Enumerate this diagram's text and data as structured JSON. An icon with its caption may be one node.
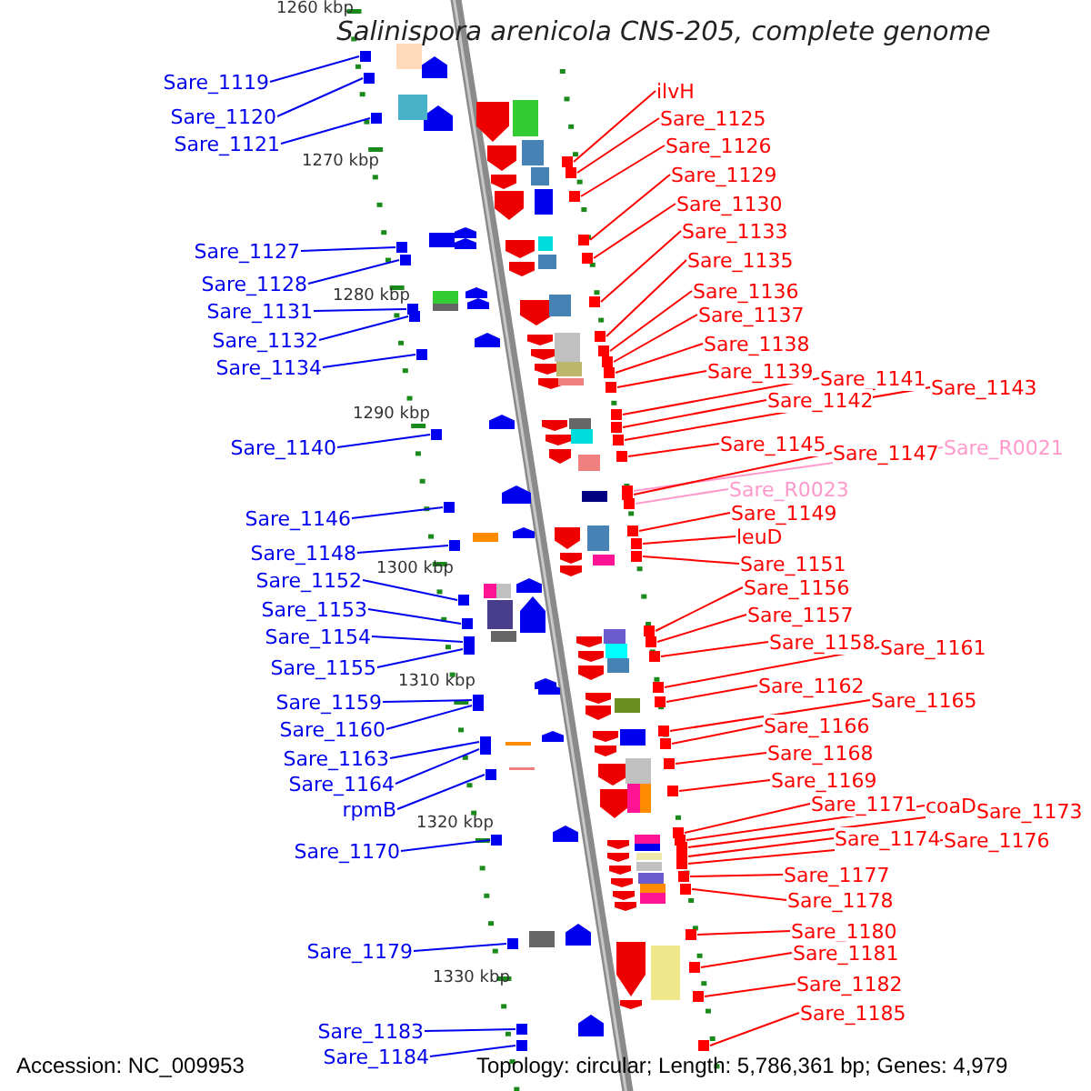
{
  "diagram": {
    "title": "Salinispora arenicola CNS-205, complete genome",
    "nodes": [
      {
        "text": [
          "Sare_1119"
        ]
      },
      {
        "text": [
          "Sare_1120"
        ]
      },
      {
        "text": [
          "Sare_1121"
        ]
      },
      {
        "text": [
          "Sare_1127"
        ]
      },
      {
        "text": [
          "Sare_1128"
        ]
      },
      {
        "text": [
          "Sare_1131"
        ]
      },
      {
        "text": [
          "Sare_1132"
        ]
      },
      {
        "text": [
          "Sare_1134"
        ]
      },
      {
        "text": [
          "Sare_1140"
        ]
      },
      {
        "text": [
          "Sare_1146"
        ]
      },
      {
        "text": [
          "Sare_1148"
        ]
      },
      {
        "text": [
          "Sare_1152"
        ]
      },
      {
        "text": [
          "Sare_1153"
        ]
      },
      {
        "text": [
          "Sare_1154"
        ]
      },
      {
        "text": [
          "Sare_1155"
        ]
      },
      {
        "text": [
          "Sare_1159"
        ]
      },
      {
        "text": [
          "Sare_1160"
        ]
      },
      {
        "text": [
          "Sare_1163"
        ]
      },
      {
        "text": [
          "Sare_1164"
        ]
      },
      {
        "text": [
          "rpmB"
        ]
      },
      {
        "text": [
          "Sare_1170"
        ]
      },
      {
        "text": [
          "Sare_1179"
        ]
      },
      {
        "text": [
          "Sare_1183"
        ]
      },
      {
        "text": [
          "Sare_1184"
        ]
      },
      {
        "text": [
          "ilvH"
        ]
      },
      {
        "text": [
          "Sare_1125"
        ]
      },
      {
        "text": [
          "Sare_1126"
        ]
      },
      {
        "text": [
          "Sare_1129"
        ]
      },
      {
        "text": [
          "Sare_1130"
        ]
      },
      {
        "text": [
          "Sare_1133"
        ]
      },
      {
        "text": [
          "Sare_1135"
        ]
      },
      {
        "text": [
          "Sare_1136"
        ]
      },
      {
        "text": [
          "Sare_1137"
        ]
      },
      {
        "text": [
          "Sare_1138"
        ]
      },
      {
        "text": [
          "Sare_1139"
        ]
      },
      {
        "text": [
          "Sare_1141"
        ]
      },
      {
        "text": [
          "Sare_1142"
        ]
      },
      {
        "text": [
          "Sare_1143"
        ]
      },
      {
        "text": [
          "Sare_1145"
        ]
      },
      {
        "text": [
          "Sare_R0021"
        ]
      },
      {
        "text": [
          "Sare_1147"
        ]
      },
      {
        "text": [
          "Sare_R0023"
        ]
      },
      {
        "text": [
          "Sare_1149"
        ]
      },
      {
        "text": [
          "leuD"
        ]
      },
      {
        "text": [
          "Sare_1151"
        ]
      },
      {
        "text": [
          "Sare_1156"
        ]
      },
      {
        "text": [
          "Sare_1157"
        ]
      },
      {
        "text": [
          "Sare_1158"
        ]
      },
      {
        "text": [
          "Sare_1161"
        ]
      },
      {
        "text": [
          "Sare_1162"
        ]
      },
      {
        "text": [
          "Sare_1165"
        ]
      },
      {
        "text": [
          "Sare_1166"
        ]
      },
      {
        "text": [
          "Sare_1168"
        ]
      },
      {
        "text": [
          "Sare_1169"
        ]
      },
      {
        "text": [
          "Sare_1171"
        ]
      },
      {
        "text": [
          "coaD"
        ]
      },
      {
        "text": [
          "Sare_1173"
        ]
      },
      {
        "text": [
          "Sare_1174"
        ]
      },
      {
        "text": [
          "Sare_1176"
        ]
      },
      {
        "text": [
          "Sare_1177"
        ]
      },
      {
        "text": [
          "Sare_1178"
        ]
      },
      {
        "text": [
          "Sare_1180"
        ]
      },
      {
        "text": [
          "Sare_1181"
        ]
      },
      {
        "text": [
          "Sare_1182"
        ]
      },
      {
        "text": [
          "Sare_1185"
        ]
      },
      {
        "text": [],
        "shape": "box"
      },
      {
        "text": [],
        "shape": "box"
      },
      {
        "text": [],
        "shape": "box"
      },
      {
        "text": [],
        "shape": "box"
      },
      {
        "text": [],
        "shape": "box"
      },
      {
        "text": [],
        "shape": "box"
      },
      {
        "text": [],
        "shape": "box"
      },
      {
        "text": [],
        "shape": "box"
      },
      {
        "text": [],
        "shape": "box"
      },
      {
        "text": [],
        "shape": "box"
      },
      {
        "text": [],
        "shape": "box"
      },
      {
        "text": [],
        "shape": "box"
      },
      {
        "text": [],
        "shape": "box"
      },
      {
        "text": [],
        "shape": "box"
      },
      {
        "text": [],
        "shape": "box"
      },
      {
        "text": [],
        "shape": "box"
      },
      {
        "text": [],
        "shape": "box"
      },
      {
        "text": [],
        "shape": "box"
      },
      {
        "text": [],
        "shape": "box"
      },
      {
        "text": [],
        "shape": "box"
      },
      {
        "text": [],
        "shape": "box"
      },
      {
        "text": [],
        "shape": "box"
      },
      {
        "text": [],
        "shape": "box"
      },
      {
        "text": [],
        "shape": "box"
      },
      {
        "text": [],
        "shape": "box"
      },
      {
        "text": [],
        "shape": "box"
      },
      {
        "text": [],
        "shape": "box"
      },
      {
        "text": [],
        "shape": "box"
      },
      {
        "text": [],
        "shape": "box"
      },
      {
        "text": [],
        "shape": "box"
      },
      {
        "text": [],
        "shape": "box"
      },
      {
        "text": [],
        "shape": "box"
      },
      {
        "text": [],
        "shape": "box"
      },
      {
        "text": [],
        "shape": "box"
      },
      {
        "text": [],
        "shape": "box"
      },
      {
        "text": [],
        "shape": "box"
      },
      {
        "text": [],
        "shape": "box"
      },
      {
        "text": [],
        "shape": "box"
      },
      {
        "text": [],
        "shape": "box"
      },
      {
        "text": [],
        "shape": "box"
      },
      {
        "text": [],
        "shape": "box"
      },
      {
        "text": [],
        "shape": "box"
      },
      {
        "text": [],
        "shape": "box"
      },
      {
        "text": [],
        "shape": "box"
      },
      {
        "text": [],
        "shape": "box"
      },
      {
        "text": [],
        "shape": "box"
      },
      {
        "text": [],
        "shape": "box"
      },
      {
        "text": [],
        "shape": "box"
      },
      {
        "text": [],
        "shape": "box"
      },
      {
        "text": [],
        "shape": "box"
      },
      {
        "text": [],
        "shape": "box"
      },
      {
        "text": [],
        "shape": "box"
      },
      {
        "text": [],
        "shape": "box"
      },
      {
        "text": [],
        "shape": "box"
      },
      {
        "text": [],
        "shape": "box"
      },
      {
        "text": [],
        "shape": "box"
      },
      {
        "text": [],
        "shape": "box"
      },
      {
        "text": [],
        "shape": "box"
      },
      {
        "text": [],
        "shape": "box"
      },
      {
        "text": [],
        "shape": "box"
      },
      {
        "text": [],
        "shape": "box"
      },
      {
        "text": [],
        "shape": "box"
      },
      {
        "text": [],
        "shape": "box"
      },
      {
        "text": [],
        "shape": "box"
      },
      {
        "text": [],
        "shape": "box"
      }
    ],
    "edges": [
      {
        "from": 0,
        "to": 65,
        "arrow": "none",
        "color": "#0000ee"
      },
      {
        "from": 1,
        "to": 66,
        "arrow": "none",
        "color": "#0000ee"
      },
      {
        "from": 2,
        "to": 67,
        "arrow": "none",
        "color": "#0000ee"
      },
      {
        "from": 3,
        "to": 68,
        "arrow": "none",
        "color": "#0000ee"
      },
      {
        "from": 4,
        "to": 69,
        "arrow": "none",
        "color": "#0000ee"
      },
      {
        "from": 5,
        "to": 70,
        "arrow": "none",
        "color": "#0000ee"
      },
      {
        "from": 6,
        "to": 71,
        "arrow": "none",
        "color": "#0000ee"
      },
      {
        "from": 7,
        "to": 72,
        "arrow": "none",
        "color": "#0000ee"
      },
      {
        "from": 8,
        "to": 73,
        "arrow": "none",
        "color": "#0000ee"
      },
      {
        "from": 9,
        "to": 74,
        "arrow": "none",
        "color": "#0000ee"
      },
      {
        "from": 10,
        "to": 75,
        "arrow": "none",
        "color": "#0000ee"
      },
      {
        "from": 11,
        "to": 76,
        "arrow": "none",
        "color": "#0000ee"
      },
      {
        "from": 12,
        "to": 77,
        "arrow": "none",
        "color": "#0000ee"
      },
      {
        "from": 13,
        "to": 78,
        "arrow": "none",
        "color": "#0000ee"
      },
      {
        "from": 14,
        "to": 79,
        "arrow": "none",
        "color": "#0000ee"
      },
      {
        "from": 15,
        "to": 80,
        "arrow": "none",
        "color": "#0000ee"
      },
      {
        "from": 16,
        "to": 81,
        "arrow": "none",
        "color": "#0000ee"
      },
      {
        "from": 17,
        "to": 82,
        "arrow": "none",
        "color": "#0000ee"
      },
      {
        "from": 18,
        "to": 83,
        "arrow": "none",
        "color": "#0000ee"
      },
      {
        "from": 19,
        "to": 84,
        "arrow": "none",
        "color": "#0000ee"
      },
      {
        "from": 20,
        "to": 85,
        "arrow": "none",
        "color": "#0000ee"
      },
      {
        "from": 21,
        "to": 86,
        "arrow": "none",
        "color": "#0000ee"
      },
      {
        "from": 22,
        "to": 87,
        "arrow": "none",
        "color": "#0000ee"
      },
      {
        "from": 23,
        "to": 88,
        "arrow": "none",
        "color": "#0000ee"
      },
      {
        "from": 24,
        "to": 89,
        "arrow": "none"
      },
      {
        "from": 25,
        "to": 90,
        "arrow": "none"
      },
      {
        "from": 26,
        "to": 91,
        "arrow": "none"
      },
      {
        "from": 27,
        "to": 92,
        "arrow": "none"
      },
      {
        "from": 28,
        "to": 93,
        "arrow": "none"
      },
      {
        "from": 29,
        "to": 94,
        "arrow": "none"
      },
      {
        "from": 30,
        "to": 95,
        "arrow": "none"
      },
      {
        "from": 31,
        "to": 96,
        "arrow": "none"
      },
      {
        "from": 32,
        "to": 97,
        "arrow": "none"
      },
      {
        "from": 33,
        "to": 98,
        "arrow": "none"
      },
      {
        "from": 34,
        "to": 99,
        "arrow": "none"
      },
      {
        "from": 35,
        "to": 100,
        "arrow": "none"
      },
      {
        "from": 36,
        "to": 101,
        "arrow": "none"
      },
      {
        "from": 37,
        "to": 102,
        "arrow": "none"
      },
      {
        "from": 38,
        "to": 103,
        "arrow": "none"
      },
      {
        "from": 39,
        "to": 104,
        "arrow": "none",
        "color": "#ff99cc"
      },
      {
        "from": 40,
        "to": 105,
        "arrow": "none"
      },
      {
        "from": 41,
        "to": 106,
        "arrow": "none",
        "color": "#ff99cc"
      },
      {
        "from": 42,
        "to": 107,
        "arrow": "none"
      },
      {
        "from": 43,
        "to": 108,
        "arrow": "none"
      },
      {
        "from": 44,
        "to": 109,
        "arrow": "none"
      },
      {
        "from": 45,
        "to": 110,
        "arrow": "none"
      },
      {
        "from": 46,
        "to": 111,
        "arrow": "none"
      },
      {
        "from": 47,
        "to": 112,
        "arrow": "none"
      },
      {
        "from": 48,
        "to": 113,
        "arrow": "none"
      },
      {
        "from": 49,
        "to": 114,
        "arrow": "none"
      },
      {
        "from": 50,
        "to": 115,
        "arrow": "none"
      },
      {
        "from": 51,
        "to": 116,
        "arrow": "none"
      },
      {
        "from": 52,
        "to": 117,
        "arrow": "none"
      },
      {
        "from": 53,
        "to": 118,
        "arrow": "none"
      },
      {
        "from": 54,
        "to": 119,
        "arrow": "none"
      },
      {
        "from": 55,
        "to": 120,
        "arrow": "none"
      },
      {
        "from": 56,
        "to": 121,
        "arrow": "none"
      },
      {
        "from": 57,
        "to": 122,
        "arrow": "none"
      },
      {
        "from": 58,
        "to": 123,
        "arrow": "none"
      },
      {
        "from": 59,
        "to": 124,
        "arrow": "none"
      },
      {
        "from": 60,
        "to": 125,
        "arrow": "none"
      },
      {
        "from": 61,
        "to": 126,
        "arrow": "none"
      },
      {
        "from": 62,
        "to": 127,
        "arrow": "none"
      },
      {
        "from": 63,
        "to": 128,
        "arrow": "none"
      },
      {
        "from": 64,
        "to": 129,
        "arrow": "none"
      }
    ],
    "labels": [
      "1260 kbp",
      "1270 kbp",
      "1280 kbp",
      "1290 kbp",
      "1300 kbp",
      "1310 kbp",
      "1320 kbp",
      "1330 kbp",
      "Accession: NC_009953",
      "Topology: circular; Length: 5,786,361 bp; Genes: 4,979"
    ]
  }
}
